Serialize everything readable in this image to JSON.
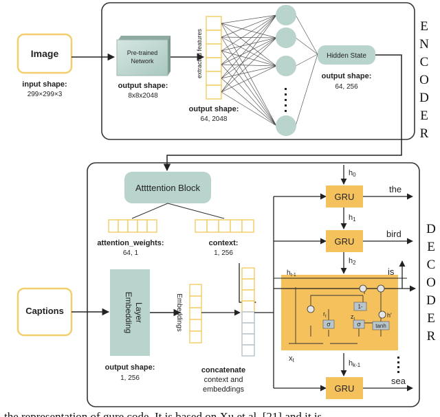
{
  "encoder": {
    "image_label": "Image",
    "input_shape_label": "input shape:",
    "input_shape_value": "299×299×3",
    "pretrained_line1": "Pre-trained",
    "pretrained_line2": "Network",
    "pretrained_output_label": "output shape:",
    "pretrained_output_value": "8x8x2048",
    "extracted_features": "extracted features",
    "features_output_label": "output shape:",
    "features_output_value": "64, 2048",
    "hidden_state": "Hidden State",
    "hidden_output_label": "output shape:",
    "hidden_output_value": "64, 256",
    "side_title": [
      "E",
      "N",
      "C",
      "O",
      "D",
      "E",
      "R"
    ]
  },
  "decoder": {
    "attention_block": "Attttention Block",
    "attention_weights_label": "attention_weights:",
    "attention_weights_value": "64, 1",
    "context_label": "context:",
    "context_value": "1, 256",
    "captions": "Captions",
    "embedding_line1": "Embedding",
    "embedding_line2": "Layer",
    "embeddings": "Embeddings",
    "embedding_output_label": "output shape:",
    "embedding_output_value": "1, 256",
    "concat_line1": "concatenate",
    "concat_line2": "context and",
    "concat_line3": "embeddings",
    "gru": "GRU",
    "h0": "h",
    "h0_sub": "0",
    "h1": "h",
    "h1_sub": "1",
    "h2": "h",
    "h2_sub": "2",
    "ht1": "h",
    "ht1_sub": "t-1",
    "hk1": "h",
    "hk1_sub": "k-1",
    "xt": "x",
    "xt_sub": "t",
    "rt": "r",
    "rt_sub": "t",
    "zt": "z",
    "zt_sub": "t",
    "sigma": "σ",
    "one_minus": "1-",
    "tanh": "tanh",
    "h_prime": "h'",
    "word_the": "the",
    "word_bird": "bird",
    "word_is": "is",
    "word_sea": "sea",
    "side_title": [
      "D",
      "E",
      "C",
      "O",
      "D",
      "E",
      "R"
    ]
  },
  "caption_fragment": "the representation of gure code. It is based on Xu et al. [21] and it is",
  "colors": {
    "yellow_outline": "#f2cf6c",
    "gru_fill": "#f5c15c",
    "teal": "#b9d3cd",
    "teal_dark": "#9ec2ba",
    "gray": "#b8c6cc"
  }
}
